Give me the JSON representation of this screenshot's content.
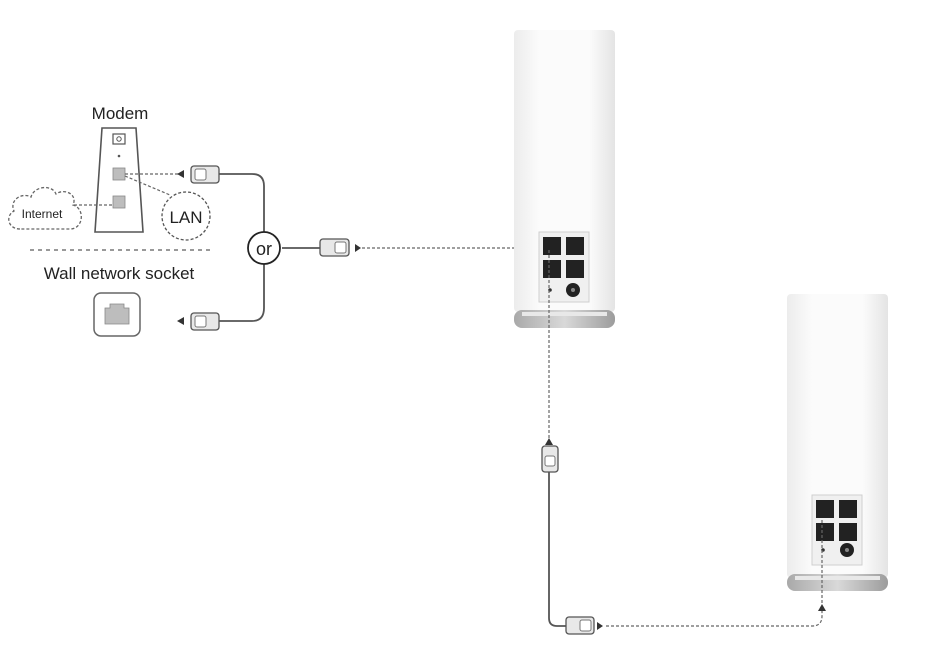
{
  "labels": {
    "modem": "Modem",
    "internet": "Internet",
    "lan": "LAN",
    "or": "or",
    "wall_socket": "Wall network socket"
  },
  "colors": {
    "line": "#555555",
    "dashed": "#666666",
    "device_body": "#f7f7f7",
    "device_base": "#b8b8b8",
    "port": "#222222",
    "connector": "#e8e8e8"
  },
  "icons": {
    "modem": "modem-icon",
    "internet": "cloud-icon",
    "lan": "lan-port-icon",
    "wall_socket": "wall-socket-icon",
    "connector": "ethernet-plug-icon"
  }
}
